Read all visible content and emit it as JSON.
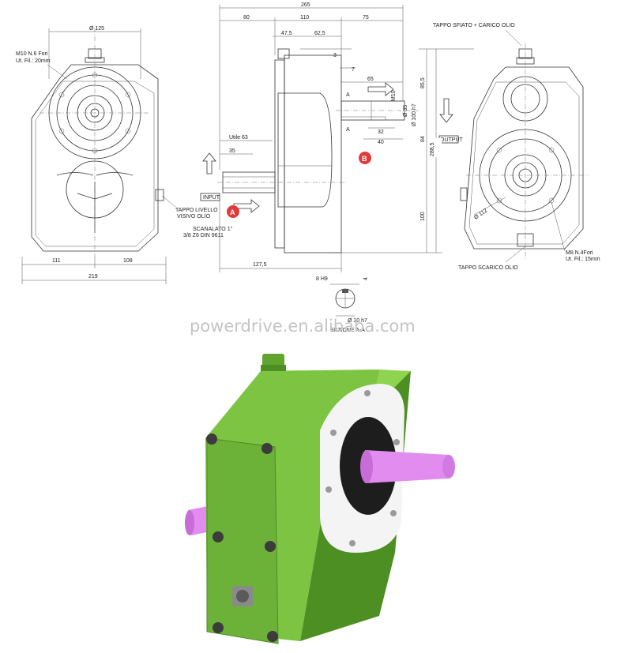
{
  "drawing": {
    "left_view": {
      "dim_top": "Ø 125",
      "note_holes_1": "M10 N.6 Fori",
      "note_holes_2": "Ut. Fil.: 20mm",
      "dim_left": "111",
      "dim_right": "108",
      "dim_total": "219",
      "level_plug_1": "TAPPO LIVELLO",
      "level_plug_2": "VISIVO OLIO",
      "spline_1": "SCANALATO 1\"",
      "spline_2": "3/8 Z6 DIN 9611"
    },
    "side_view": {
      "dim_overall": "265",
      "dim_a": "80",
      "dim_b": "110",
      "dim_c": "75",
      "dim_d": "47,5",
      "dim_e": "62,5",
      "dim_f": "3",
      "dim_g": "7",
      "dim_h": "65",
      "dim_i": "M10",
      "dim_j": "Ø 35",
      "dim_k": "Ø 100 h7",
      "dim_l": "32",
      "dim_m": "40",
      "dim_n": "85,5",
      "dim_o": "84",
      "dim_p": "288,5",
      "dim_q": "100",
      "dim_r": "127,5",
      "dim_s": "Utile 63",
      "dim_t": "35",
      "input_label": "INPUT",
      "output_label": "OUTPUT",
      "marker_a": "A",
      "marker_b": "B",
      "section_a1": "A",
      "section_a2": "A"
    },
    "section": {
      "dim_keyway": "8 H9",
      "dim_depth": "4",
      "dim_shaft": "Ø 30 h7",
      "title": "SEZIONE A-A"
    },
    "right_view": {
      "breather_plug": "TAPPO SFIATO + CARICO OLIO",
      "dim_pcd": "Ø 112",
      "note_holes_1": "M8 N.4Fori",
      "note_holes_2": "Ut. Fil.: 15mm",
      "drain_plug": "TAPPO SCARICO OLIO"
    }
  },
  "watermark": "powerdrive.en.alibaba.com",
  "colors": {
    "housing_green": "#7cc441",
    "housing_dark": "#4d8f22",
    "flange_white": "#f4f4f4",
    "shaft_pink": "#e28cf0",
    "bolt_gray": "#3c3c3c",
    "marker_red": "#e03a3a"
  }
}
